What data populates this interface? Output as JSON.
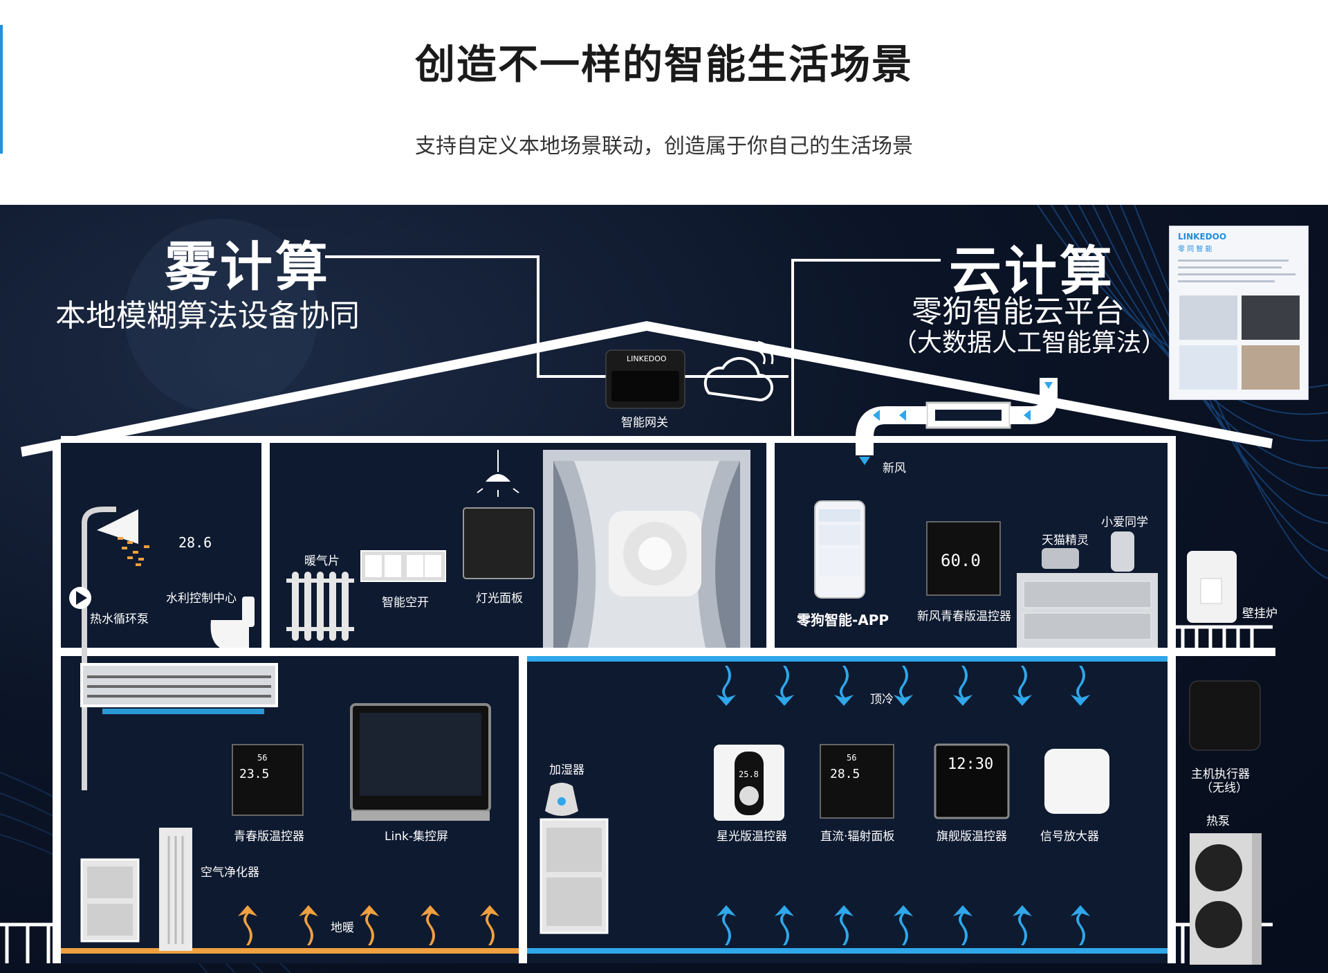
{
  "header": {
    "title": "创造不一样的智能生活场景",
    "subtitle": "支持自定义本地场景联动，创造属于你自己的生活场景"
  },
  "left_block": {
    "title": "雾计算",
    "subtitle": "本地模糊算法设备协同"
  },
  "right_block": {
    "title": "云计算",
    "subtitle": "零狗智能云平台",
    "note": "（大数据人工智能算法）"
  },
  "brochure": {
    "brand": "LINKEDOO",
    "brand_cn": "零 同 智 能"
  },
  "gateway": {
    "brand": "LINKEDOO",
    "label": "智能网关"
  },
  "labels": {
    "fresh_air": "新风",
    "hot_water_pump": "热水循环泵",
    "water_center": "水利控制中心",
    "radiator": "暖气片",
    "smart_breaker": "智能空开",
    "light_panel": "灯光面板",
    "app": "零狗智能-APP",
    "fresh_air_thermostat": "新风青春版温控器",
    "tmall": "天猫精灵",
    "xiaoai": "小爱同学",
    "boiler": "壁挂炉",
    "youth_thermostat": "青春版温控器",
    "link_screen": "Link-集控屏",
    "air_purifier": "空气净化器",
    "floor_heating": "地暖",
    "humidifier": "加湿器",
    "ceiling_cooling": "顶冷",
    "starlight_thermostat": "星光版温控器",
    "dc_radiant_panel": "直流·辐射面板",
    "flagship_thermostat": "旗舰版温控器",
    "signal_amplifier": "信号放大器",
    "main_executor": "主机执行器",
    "main_executor_note": "（无线）",
    "heat_pump": "热泵"
  },
  "displays": {
    "water_center_value": "28.6",
    "fresh_air_value": "60.0",
    "youth_temp": "23.5",
    "youth_humidity": "56",
    "dc_temp": "28.5",
    "dc_humidity": "56",
    "flagship_time": "12:30",
    "starlight_temp": "25.8"
  },
  "colors": {
    "accent": "#1f8fe0",
    "warm_arrow": "#f0a040",
    "cool_arrow": "#2fa7ea",
    "house_line": "#ffffff"
  }
}
